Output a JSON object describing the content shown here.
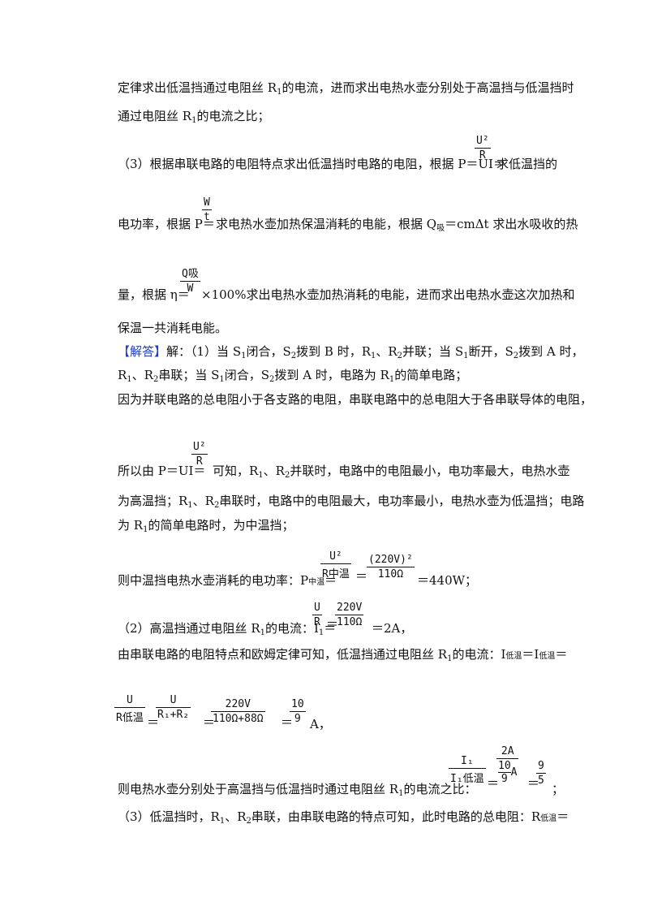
{
  "lines": {
    "l1": "定律求出低温挡通过电阻丝 R",
    "l1b": "的电流，进而求出电热水壶分别处于高温挡与低温挡时",
    "l2": "通过电阻丝 R",
    "l2b": "的电流之比；",
    "l3": "（3）根据串联电路的电阻特点求出低温挡时电路的电阻，根据 P＝UI＝",
    "l3b": "求低温挡的",
    "l4": "电功率，根据 P＝",
    "l4b": "求电热水壶加热保温消耗的电能，根据 Q",
    "l4c": "＝cmΔt 求出水吸收的热",
    "l5": "量，根据 η＝",
    "l5b": "×100%求出电热水壶加热消耗的电能，进而求出电热水壶这次加热和",
    "l6": "保温一共消耗电能。",
    "answer_tag": "【解答】",
    "l7": "解：（1）当 S",
    "l7b": "闭合，S",
    "l7c": "拨到 B 时，R",
    "l7d": "、R",
    "l7e": "并联；当 S",
    "l7f": "断开，S",
    "l7g": "拨到 A 时，",
    "l8": "R",
    "l8b": "、R",
    "l8c": "串联；当 S",
    "l8d": "闭合，S",
    "l8e": "拨到 A 时，电路为 R",
    "l8f": "的简单电路；",
    "l9": "因为并联电路的总电阻小于各支路的电阻，串联电路中的总电阻大于各串联导体的电阻，",
    "l10": "所以由 P＝UI＝",
    "l10b": "可知，R",
    "l10c": "、R",
    "l10d": "并联时，电路中的电阻最小，电功率最大，电热水壶",
    "l11": "为高温挡；R",
    "l11b": "、R",
    "l11c": "串联时，电路中的电阻最大，电功率最小，电热水壶为低温挡；电路",
    "l12": "为 R",
    "l12b": "的简单电路时，为中温挡；",
    "l13": "则中温挡电热水壶消耗的电功率：P",
    "l13sub": "中温",
    "l13b": "＝",
    "l13c": "＝440W；",
    "l14": "（2）高温挡通过电阻丝 R",
    "l14b": "的电流：I",
    "l14c": "＝",
    "l14d": "＝2A，",
    "l15": "由串联电路的电阻特点和欧姆定律可知，低温挡通过电阻丝 R",
    "l15b": "的电流：I",
    "l15sub": "低温",
    "l15c": "＝I",
    "l15sub2": "低温",
    "l15d": "＝",
    "l16": "A，",
    "l17": "则电热水壶分别处于高温挡与低温挡时通过电阻丝 R",
    "l17b": "的电流之比：",
    "l18": "（3）低温挡时，R",
    "l18b": "、R",
    "l18c": "串联，由串联电路的特点可知，此时电路的总电阻：R",
    "l18sub": "低温",
    "l18d": "＝",
    "one": "1",
    "two": "2",
    "eq": "＝",
    "x_suffix": "吸"
  },
  "formulas": {
    "u2_over_r": {
      "num": "U²",
      "den": "R"
    },
    "w_over_t": {
      "num": "W",
      "den": "t"
    },
    "qabs_over_w": {
      "num": "Q吸",
      "den": "W"
    },
    "u2_over_r2": {
      "num": "U²",
      "den": "R"
    },
    "pmid_1": {
      "num": "U²",
      "den": "R中温"
    },
    "pmid_2": {
      "num": "(220V)²",
      "den": "110Ω"
    },
    "i1_1": {
      "num": "U",
      "den": "R"
    },
    "i1_2": {
      "num": "220V",
      "den": "110Ω"
    },
    "ilow_1": {
      "num": "U",
      "den": "R低温"
    },
    "ilow_2": {
      "num": "U",
      "den": "R₁+R₂"
    },
    "ilow_3": {
      "num": "220V",
      "den": "110Ω+88Ω"
    },
    "ilow_4": {
      "num": "10",
      "den": "9"
    },
    "ratio_1": {
      "num": "I₁",
      "den": "I₁低温"
    },
    "ratio_2_num": "2A",
    "ratio_2_den_num": "10",
    "ratio_2_den_den": "9",
    "ratio_2_unit": "A",
    "ratio_3": {
      "num": "9",
      "den": "5"
    }
  }
}
